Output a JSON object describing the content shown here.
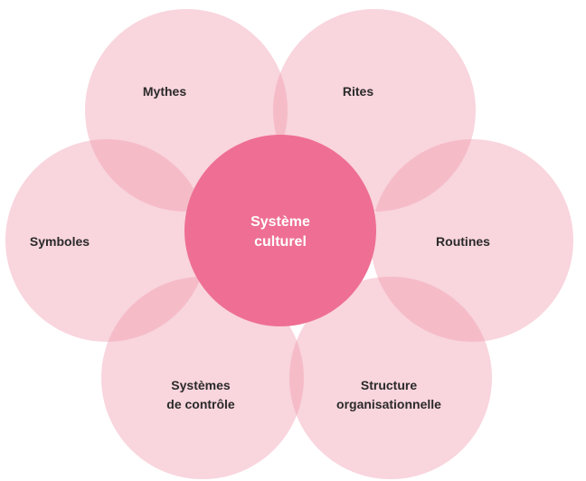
{
  "center": {
    "line1": "Système",
    "line2": "culturel"
  },
  "elements": [
    {
      "lines": [
        "Mythes"
      ]
    },
    {
      "lines": [
        "Rites"
      ]
    },
    {
      "lines": [
        "Routines"
      ]
    },
    {
      "lines": [
        "Structure",
        "organisationnelle"
      ]
    },
    {
      "lines": [
        "Systèmes",
        "de contrôle"
      ]
    },
    {
      "lines": [
        "Symboles"
      ]
    }
  ],
  "colors": {
    "center": "#ee6f93",
    "petal": "#f5c9d3",
    "petal_overlap": "#f0a8b8",
    "label": "#2a2a2a"
  }
}
